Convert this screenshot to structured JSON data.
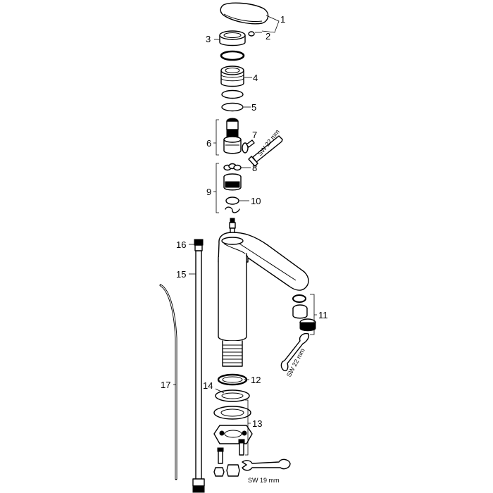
{
  "callouts": {
    "c1": "1",
    "c2": "2",
    "c3": "3",
    "c4": "4",
    "c5": "5",
    "c6": "6",
    "c7": "7",
    "c8": "8",
    "c9": "9",
    "c10": "10",
    "c11": "11",
    "c12": "12",
    "c13": "13",
    "c14": "14",
    "c15": "15",
    "c16": "16",
    "c17": "17"
  },
  "tools": {
    "hex_key": "SW 22 mm",
    "wrench_aerator": "SW 22 mm",
    "wrench_bottom": "SW 19 mm"
  }
}
